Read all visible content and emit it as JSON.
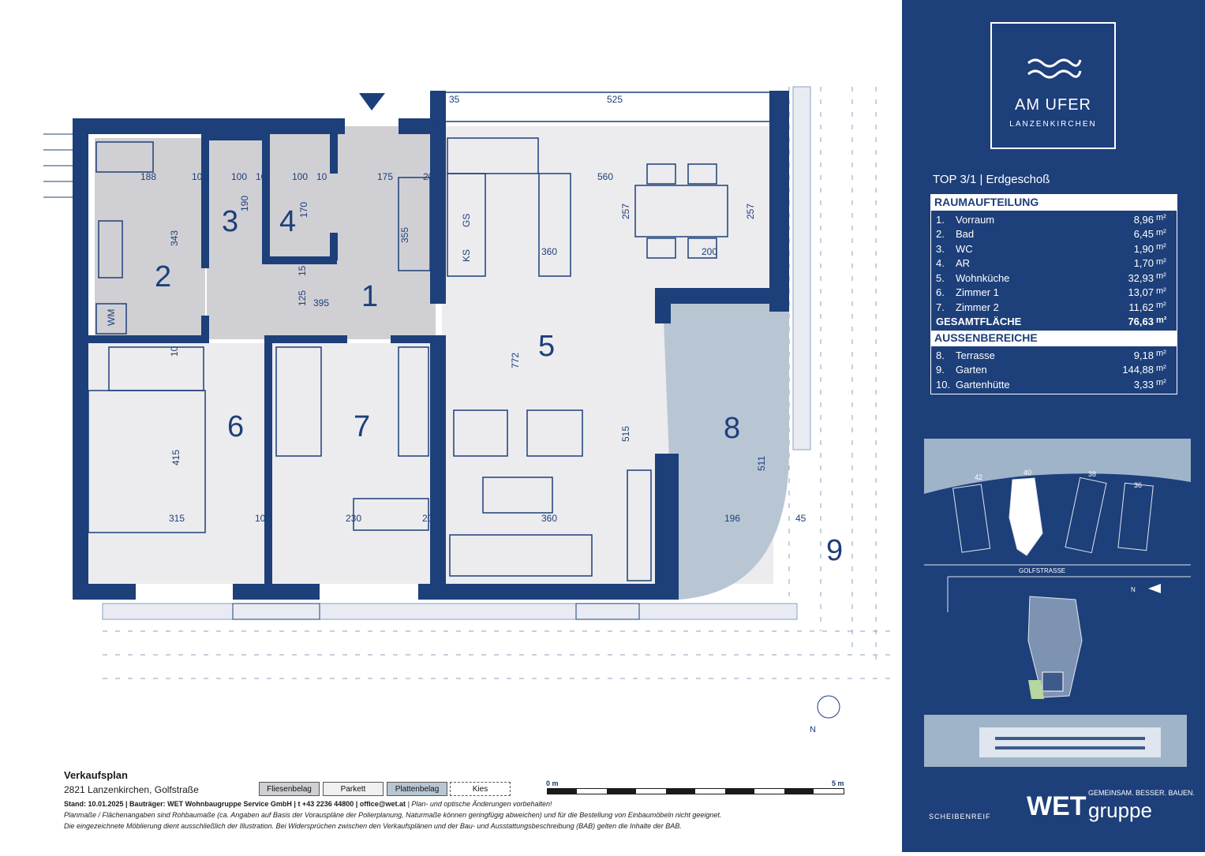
{
  "plan": {
    "rooms": [
      {
        "num": "1"
      },
      {
        "num": "2"
      },
      {
        "num": "3"
      },
      {
        "num": "4"
      },
      {
        "num": "5"
      },
      {
        "num": "6"
      },
      {
        "num": "7"
      },
      {
        "num": "8"
      },
      {
        "num": "9"
      }
    ],
    "dims": [
      "188",
      "10",
      "100",
      "10",
      "100",
      "10",
      "175",
      "20",
      "560",
      "343",
      "190",
      "170",
      "355",
      "257",
      "257",
      "360",
      "200",
      "395",
      "125",
      "15",
      "10",
      "772",
      "515",
      "511",
      "415",
      "315",
      "10",
      "230",
      "20",
      "360",
      "196",
      "45",
      "35",
      "525",
      "GS",
      "KS",
      "WM"
    ]
  },
  "footer": {
    "title": "Verkaufsplan",
    "address": "2821 Lanzenkirchen, Golfstraße",
    "legend": [
      "Fliesenbelag",
      "Parkett",
      "Plattenbelag",
      "Kies"
    ],
    "scale_start": "0 m",
    "scale_end": "5 m",
    "line1_bold": "Stand: 10.01.2025 | Bauträger:  WET Wohnbaugruppe Service GmbH  |  t  +43  2236  44800  |  office@wet.at",
    "line1_italic": "  |  Plan- und optische Änderungen vorbehalten!",
    "line2": "Planmaße / Flächenangaben sind Rohbaumaße (ca. Angaben auf Basis der Vorauspläne der Polierplanung, Naturmaße können geringfügig abweichen) und für die Bestellung von Einbaumöbeln nicht geeignet.",
    "line3": "Die eingezeichnete Möblierung dient ausschließlich der Illustration. Bei Widersprüchen zwischen den Verkaufsplänen und der Bau- und Ausstattungsbeschreibung (BAB) gelten die Inhalte der BAB."
  },
  "sidebar": {
    "logo_line1": "AM UFER",
    "logo_line2": "LANZENKIRCHEN",
    "top_title": "TOP 3/1 | Erdgeschoß",
    "raum_header": "RAUMAUFTEILUNG",
    "raum_rows": [
      {
        "n": "1.",
        "label": "Vorraum",
        "value": "8,96",
        "unit": "m²"
      },
      {
        "n": "2.",
        "label": "Bad",
        "value": "6,45",
        "unit": "m²"
      },
      {
        "n": "3.",
        "label": "WC",
        "value": "1,90",
        "unit": "m²"
      },
      {
        "n": "4.",
        "label": "AR",
        "value": "1,70",
        "unit": "m²"
      },
      {
        "n": "5.",
        "label": "Wohnküche",
        "value": "32,93",
        "unit": "m²"
      },
      {
        "n": "6.",
        "label": "Zimmer 1",
        "value": "13,07",
        "unit": "m²"
      },
      {
        "n": "7.",
        "label": "Zimmer 2",
        "value": "11,62",
        "unit": "m²"
      }
    ],
    "total_label": "GESAMTFLÄCHE",
    "total_value": "76,63",
    "total_unit": "m²",
    "aussen_header": "AUSSENBEREICHE",
    "aussen_rows": [
      {
        "n": "8.",
        "label": "Terrasse",
        "value": "9,18",
        "unit": "m²"
      },
      {
        "n": "9.",
        "label": "Garten",
        "value": "144,88",
        "unit": "m²"
      },
      {
        "n": "10.",
        "label": "Gartenhütte",
        "value": "3,33",
        "unit": "m²"
      }
    ],
    "site_labels": [
      "42",
      "40",
      "38",
      "36"
    ],
    "street": "GOLFSTRASSE",
    "north": "N",
    "brand_left": "SCHEIBENREIF",
    "brand_right": "WET",
    "brand_right_tag": "GEMEINSAM. BESSER. BAUEN.",
    "brand_right_word": "gruppe"
  },
  "colors": {
    "navy": "#1d3f7a",
    "floor_grey": "#d0d0d4",
    "floor_light": "#ececee",
    "terrace": "#b8c6d4"
  }
}
